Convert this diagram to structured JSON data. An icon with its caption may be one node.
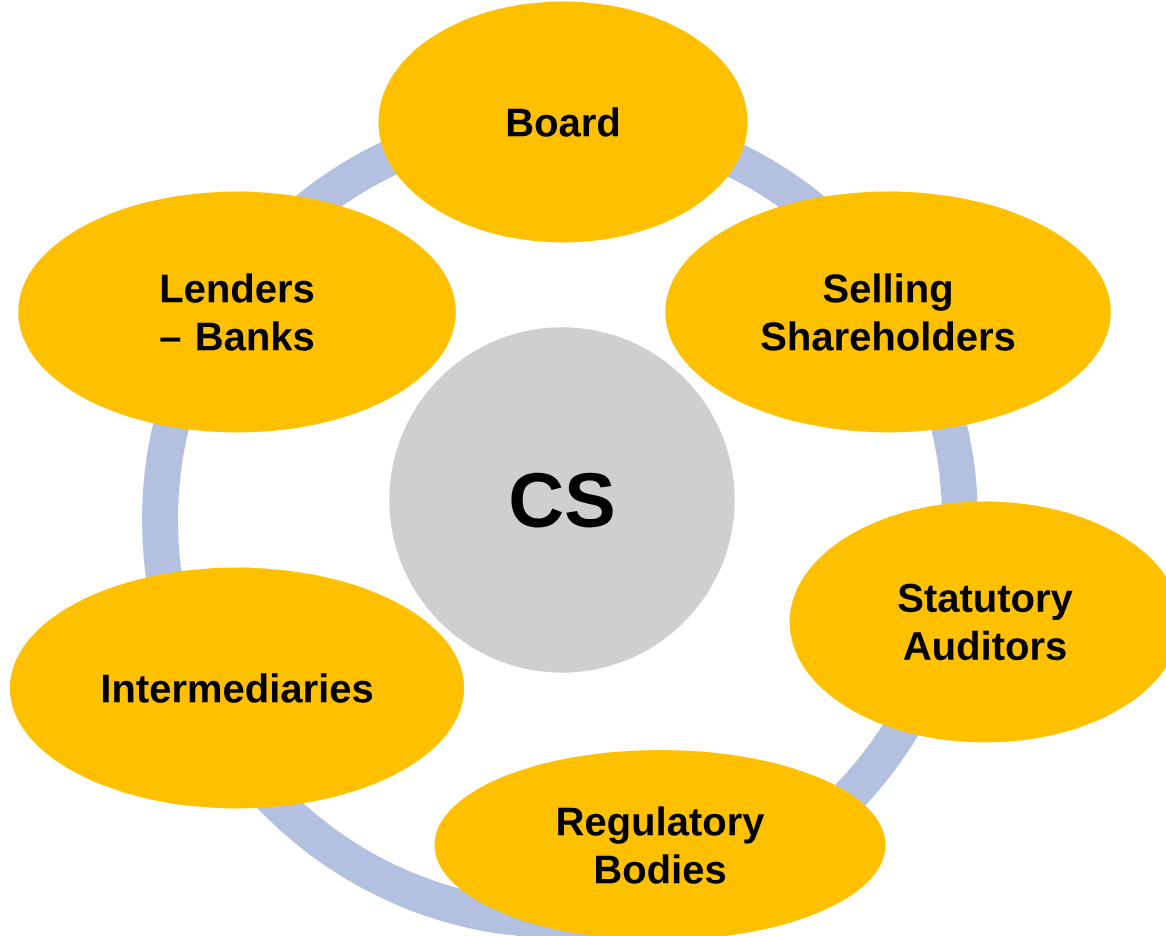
{
  "diagram": {
    "nodes": [
      {
        "text": [
          "Board"
        ]
      },
      {
        "text": [
          "Selling Shareholders"
        ]
      },
      {
        "text": [
          "Statutory Auditors"
        ]
      },
      {
        "text": [
          "Regulatory Bodies"
        ]
      },
      {
        "text": [
          "Intermediaries"
        ]
      },
      {
        "text": [
          "Lenders – Banks"
        ]
      },
      {
        "text": [
          "CS"
        ]
      }
    ]
  }
}
